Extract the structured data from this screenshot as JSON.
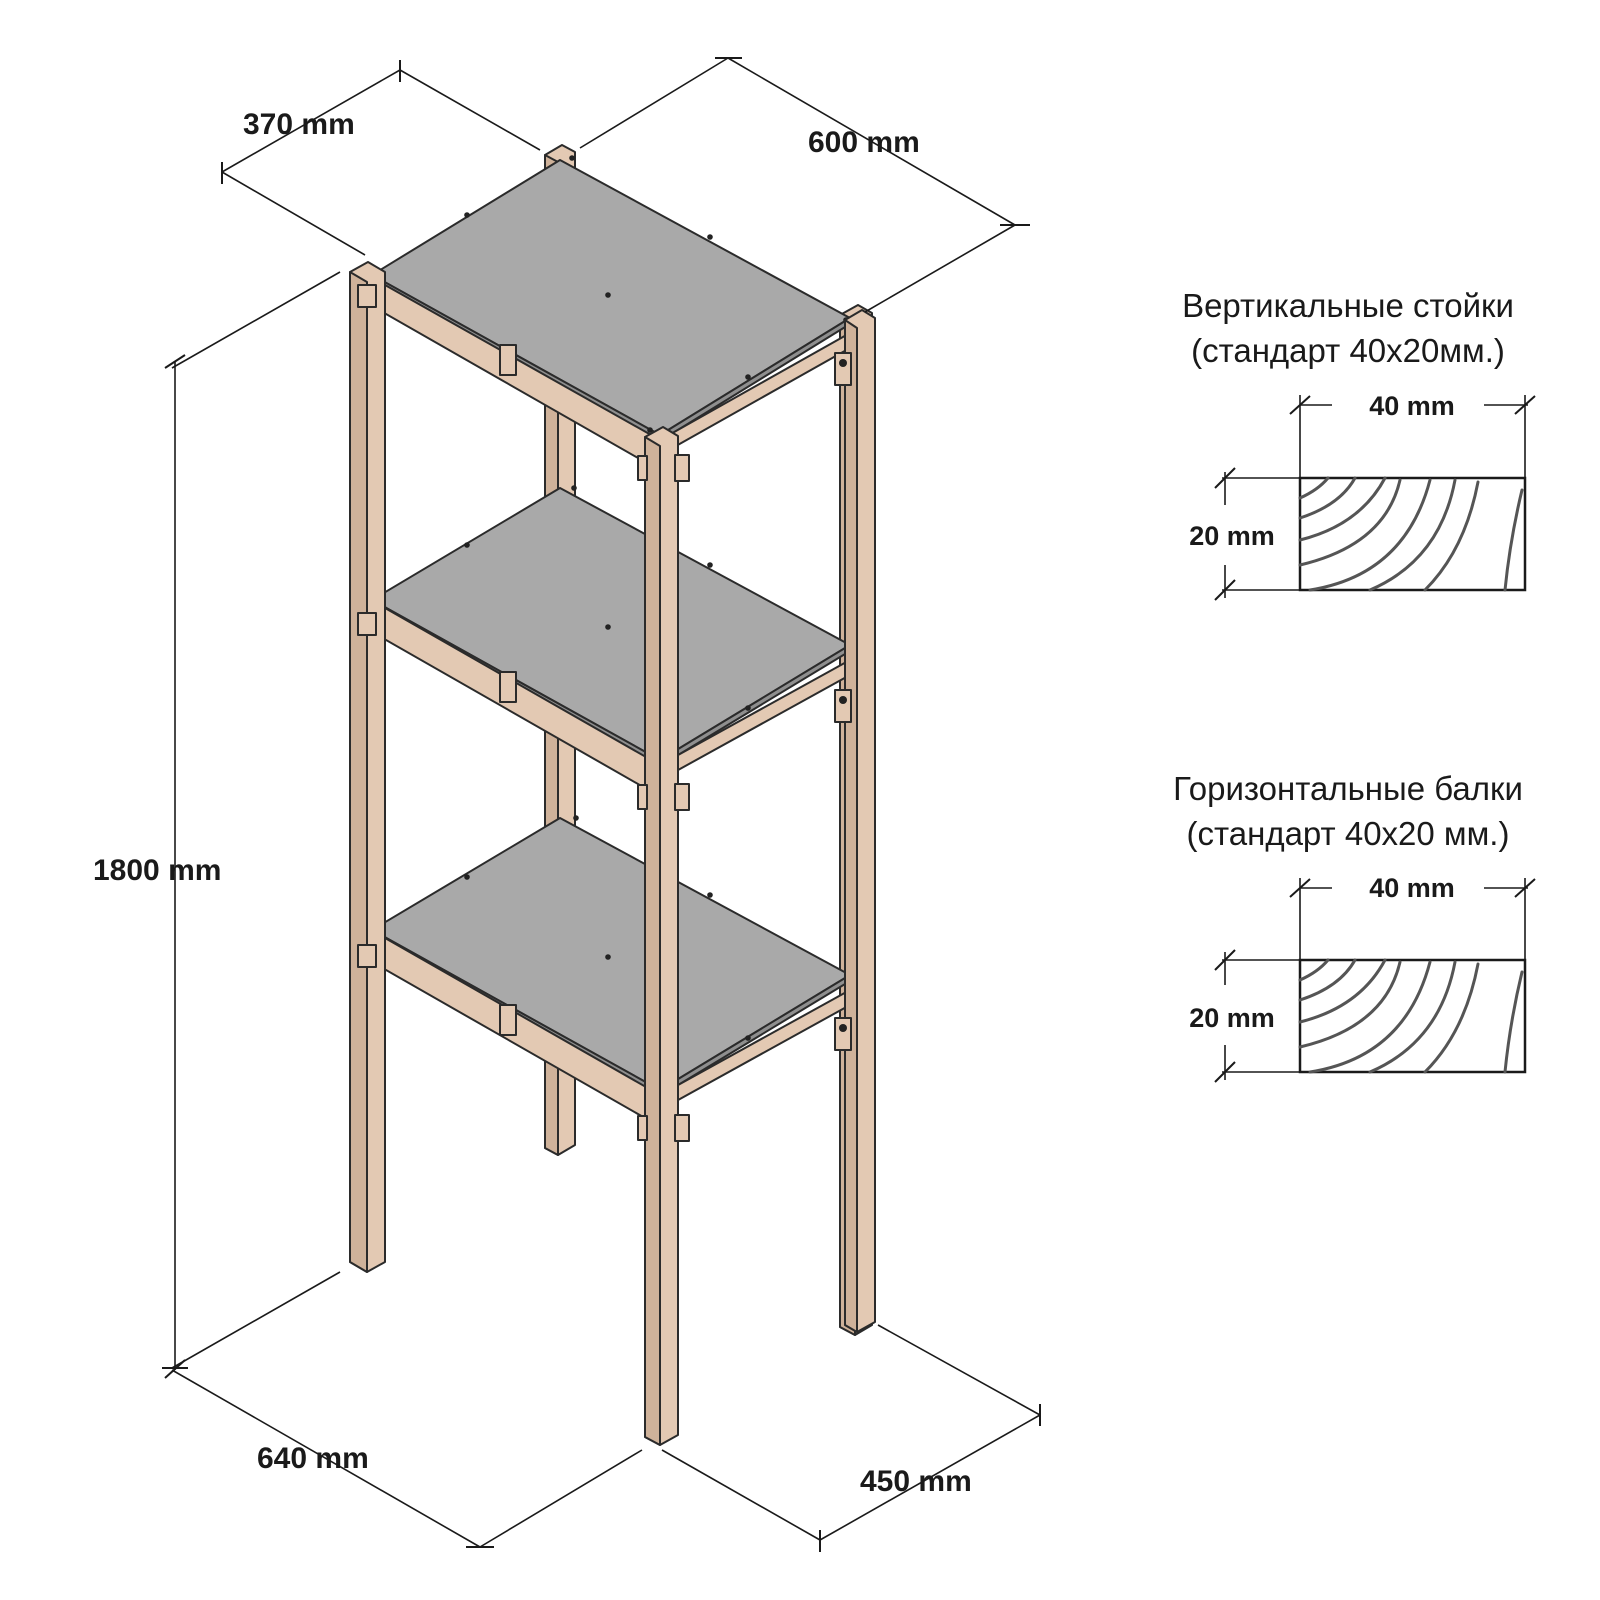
{
  "dimensions": {
    "depth_top": "370 mm",
    "width_top": "600 mm",
    "height": "1800 mm",
    "width_bottom": "640 mm",
    "depth_bottom": "450 mm"
  },
  "sections": [
    {
      "title": "Вертикальные стойки",
      "subtitle": "(стандарт 40х20мм.)",
      "width_label": "40 mm",
      "height_label": "20 mm"
    },
    {
      "title": "Горизонтальные балки",
      "subtitle": "(стандарт 40х20 мм.)",
      "width_label": "40 mm",
      "height_label": "20 mm"
    }
  ],
  "colors": {
    "wood": "#e3c9b3",
    "shelf": "#a9a9a9",
    "line": "#1a1a1a"
  }
}
